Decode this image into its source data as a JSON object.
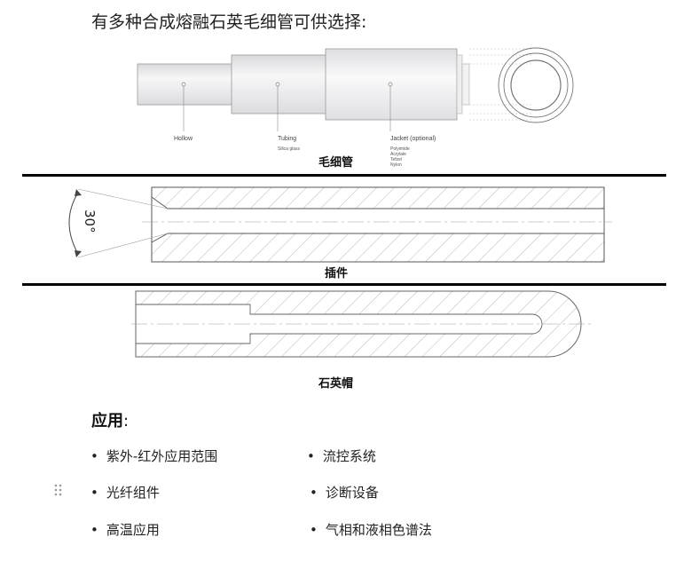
{
  "intro": "有多种合成熔融石英毛细管可供选择:",
  "capillary": {
    "labels": {
      "hollow": "Hollow",
      "tubing": "Tubing",
      "tubing_sub": "Silica glass",
      "jacket": "Jacket (optional)",
      "jacket_subs": [
        "Polyimide",
        "Acrylate",
        "Tefzel",
        "Nylon"
      ]
    },
    "caption": "毛细管"
  },
  "insert": {
    "angle_label": "30°",
    "caption": "插件"
  },
  "cap": {
    "caption": "石英帽"
  },
  "applications": {
    "title": "应用",
    "title_colon": ":",
    "left": [
      "紫外-红外应用范围",
      "光纤组件",
      "高温应用"
    ],
    "right": [
      "流控系统",
      "诊断设备",
      "气相和液相色谱法"
    ]
  }
}
